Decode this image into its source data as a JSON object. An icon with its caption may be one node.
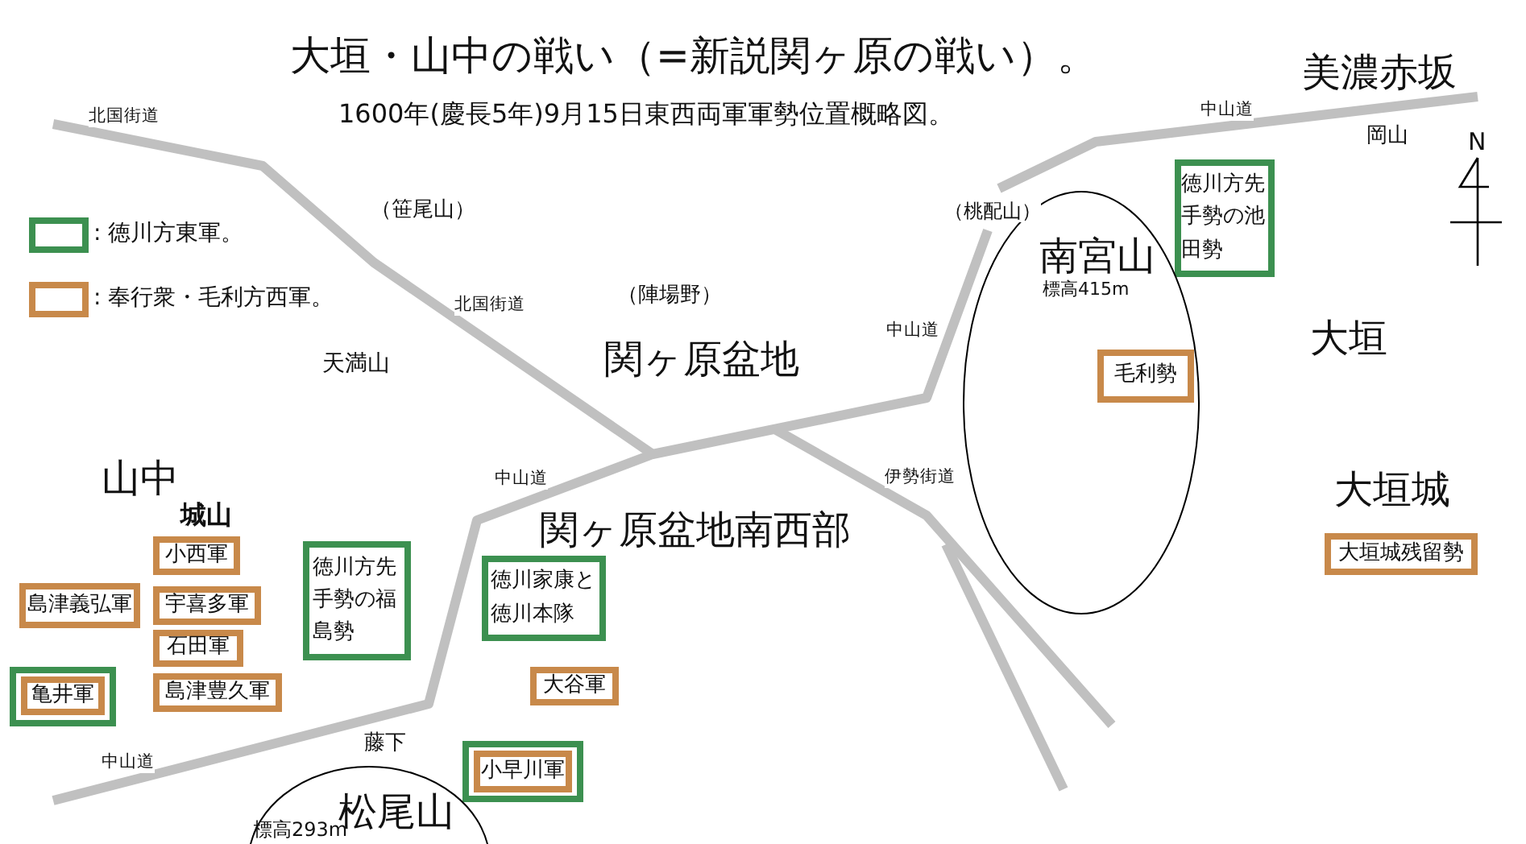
{
  "diagram": {
    "title": "大垣・山中の戦い（=新説関ヶ原の戦い）。",
    "nodes": [
      {
        "text": [
          "徳川方先手勢の池田勢"
        ]
      },
      {
        "text": [
          "南宮山",
          "標高415m"
        ]
      },
      {
        "text": [
          "毛利勢"
        ],
        "in": 1
      },
      {
        "text": [
          "大垣城残留勢"
        ]
      },
      {
        "text": [
          "小西軍"
        ]
      },
      {
        "text": [
          "徳川方先手勢の福島勢"
        ]
      },
      {
        "text": [
          "徳川家康と徳川本隊"
        ]
      },
      {
        "text": [
          "島津義弘軍"
        ]
      },
      {
        "text": [
          "宇喜多軍"
        ]
      },
      {
        "text": [
          "石田軍"
        ]
      },
      {
        "text": [],
        "shape": "box"
      },
      {
        "text": [
          "亀井軍"
        ],
        "in": 10
      },
      {
        "text": [
          "島津豊久軍"
        ]
      },
      {
        "text": [
          "大谷軍"
        ]
      },
      {
        "text": [],
        "shape": "box"
      },
      {
        "text": [
          "小早川軍"
        ],
        "in": 14
      },
      {
        "text": [
          "標高293m",
          "松尾山"
        ]
      }
    ],
    "labels": [
      "1600年(慶長5年)9月15日東西両軍軍勢位置概略図。",
      "北国街道",
      "美濃赤坂",
      "中山道",
      "岡山",
      "N",
      "（笹尾山）",
      "（桃配山）",
      "北国街道",
      "（陣場野）",
      "中山道",
      "天満山",
      "関ヶ原盆地",
      "大垣",
      "山中",
      "城山",
      "中山道",
      "伊勢街道",
      "大垣城",
      "関ヶ原盆地南西部",
      "藤下",
      "中山道"
    ],
    "legend": [
      {
        "text": ": 徳川方東軍。",
        "color": "#3c9050"
      },
      {
        "text": ": 奉行衆・毛利方西軍。",
        "color": "#c8894a"
      }
    ]
  }
}
